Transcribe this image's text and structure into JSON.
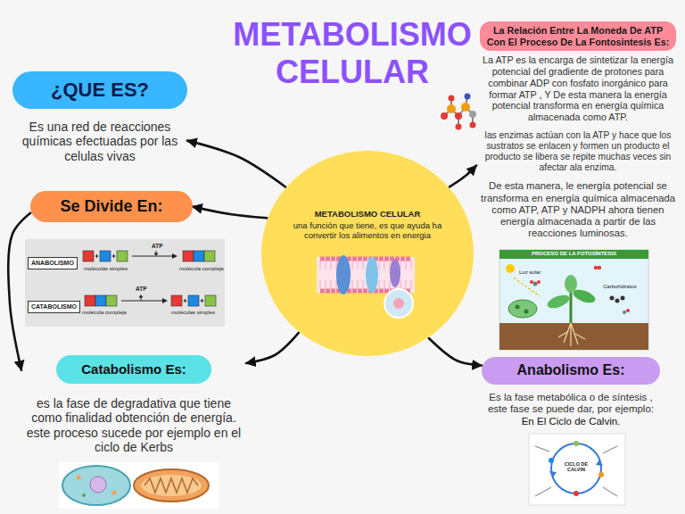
{
  "diagram": {
    "title": "METABOLISMO CELULAR",
    "nodes": [
      {
        "text": [
          "METABOLISMO CELULAR",
          "una función que tiene, es que ayuda ha convertir los alimentos en energia"
        ]
      },
      {
        "text": [
          "¿QUE ES?",
          "Es una red de reacciones químicas efectuadas por las celulas vivas"
        ]
      },
      {
        "text": [
          "La Relación Entre La Moneda De ATP Con El Proceso De La Fontosintesis Es:",
          "La ATP es la encarga de sintetizar la energía potencial del gradiente de protones para combinar ADP con fosfato inorgánico para formar ATP , Y De esta manera la energía potencial transforma en energía química almacenada como ATP.",
          "las enzimas actúan con la ATP y hace que los sustratos se enlacen y formen un producto el producto se libera se repite muchas veces sin afectar ala enzima.",
          "De esta manera, le energía potencial se transforma en energía química almacenada como ATP, ATP y NADPH ahora tienen energía almacenada a partir de las reacciones luminosas."
        ]
      },
      {
        "text": [
          "Se Divide En:"
        ]
      },
      {
        "text": [
          "Catabolismo Es:",
          "es la fase de degradativa que tiene como finalidad obtención de energía. este proceso sucede por ejemplo en el ciclo de Kerbs"
        ]
      },
      {
        "text": [
          "Anabolismo Es:",
          "Es la fase metabólica o de síntesis , este fase se puede dar, por ejemplo:",
          "En El Ciclo de Calvin."
        ]
      }
    ],
    "edges": [
      {
        "from": 0,
        "to": 1,
        "arrow": "to"
      },
      {
        "from": 0,
        "to": 2,
        "arrow": "to"
      },
      {
        "from": 0,
        "to": 3,
        "arrow": "to"
      },
      {
        "from": 0,
        "to": 4,
        "arrow": "to"
      },
      {
        "from": 0,
        "to": 5,
        "arrow": "to"
      },
      {
        "from": 3,
        "to": 4,
        "arrow": "to"
      }
    ],
    "labels": [
      "ANABOLISMO",
      "moléculas simples",
      "ATP",
      "molécula compleja",
      "CATABOLISMO",
      "molécula compleja",
      "ATP",
      "moléculas simples",
      "PROCESO DE LA FOTOSÍNTESIS",
      "Luz solar",
      "Carbohidratos",
      "CICLO DE CALVIN"
    ]
  }
}
